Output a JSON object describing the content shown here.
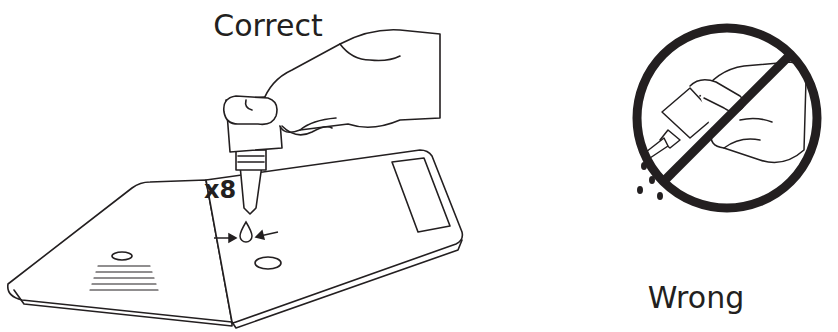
{
  "diagram": {
    "nodes": [],
    "edges": [],
    "labels": [
      "Correct",
      "x8",
      "Wrong"
    ]
  }
}
